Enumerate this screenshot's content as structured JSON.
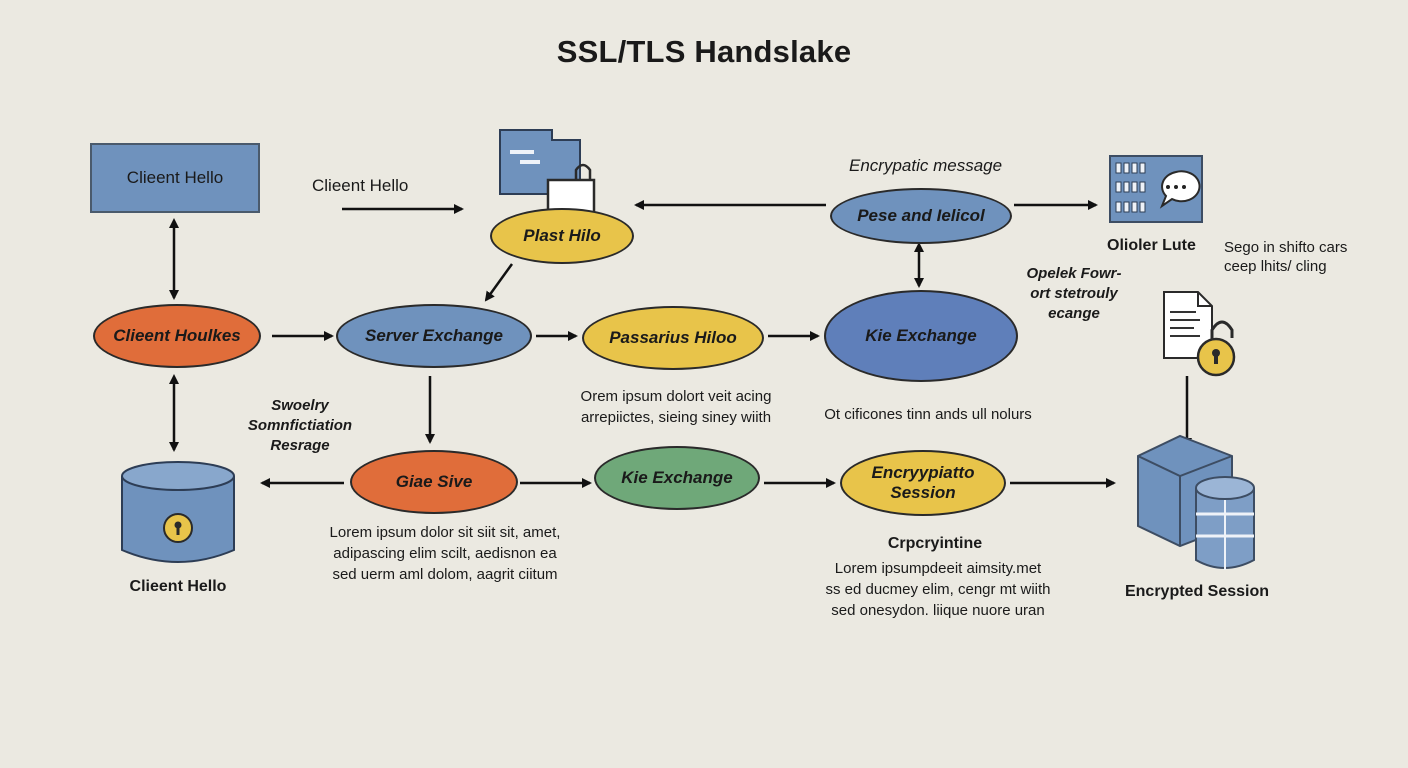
{
  "title": "SSL/TLS Handslake",
  "nodes": {
    "client_hello_box": "Clieent Hello",
    "plast_hilo": "Plast Hilo",
    "pese_and_helicol": "Pese and Ielicol",
    "client_holikes": "Clieent Houlkes",
    "server_exchange": "Server Exchange",
    "passarius_hiloo": "Passarius Hiloo",
    "kie_exchange_top": "Kie  Exchange",
    "giae_sive": "Giae Sive",
    "kie_exchange_bottom": "Kie Exchange",
    "encryption_session": "Encryypiatto\nSession"
  },
  "labels": {
    "client_hello_arrow": "Clieent Hello",
    "encrypted_message": "Encrypatic  message",
    "chat_icon": "Olioler Lute",
    "segment_note": "Sego in shifto cars\nceep lhits/ cling",
    "open_forward": "Opelek Fowr-\nort stetrouly\necange",
    "swoolry": "Swoelry\nSomnfictiation\nResrage",
    "db_client_hello": "Clieent Hello",
    "encrypted_session": "Encrypted Session",
    "crypto_title": "Crpcryintine"
  },
  "paragraphs": {
    "orem": "Orem ipsum dolort veit acing\narrepiictes, sieing siney wiith",
    "ot": "Ot cificones tinn ands ull nolurs",
    "lorem_left": "Lorem ipsum dolor sit siit sit, amet,\nadipascing elim scilt, aedisnon ea\nsed uerm aml dolom, aagrit ciitum",
    "lorem_right": "Lorem ipsumpdeeit aimsity.met\nss ed ducmey elim, cengr mt wiith\nsed onesydon. liique nuore uran"
  },
  "colors": {
    "background": "#ebe9e1",
    "blue": "#6f92bd",
    "orange": "#e06d3a",
    "yellow": "#e8c44a",
    "green": "#6fa879",
    "dark_blue": "#5f7fba"
  }
}
